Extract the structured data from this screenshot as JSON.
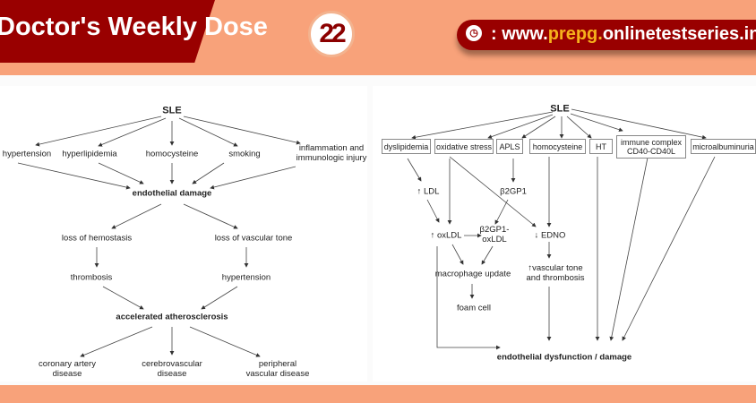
{
  "header": {
    "title": "Doctor's Weekly Dose",
    "issue": "22",
    "url_prefix": ": www.",
    "url_highlight": "prepg.",
    "url_suffix": "onlinetestseries.in",
    "clock_icon": "clock-icon"
  },
  "left_diagram": {
    "root": "SLE",
    "factors": [
      "hypertension",
      "hyperlipidemia",
      "homocysteine",
      "smoking",
      "inflammation and",
      "immunologic injury"
    ],
    "center": "endothelial damage",
    "branches": [
      "loss of hemostasis",
      "loss of vascular tone"
    ],
    "results": [
      "thrombosis",
      "hypertension"
    ],
    "outcome": "accelerated atherosclerosis",
    "diseases": [
      [
        "coronary artery",
        "disease"
      ],
      [
        "cerebrovascular",
        "disease"
      ],
      [
        "peripheral",
        "vascular disease"
      ]
    ]
  },
  "right_diagram": {
    "root": "SLE",
    "boxes": [
      "dyslipidemia",
      "oxidative stress",
      "APLS",
      "homocysteine",
      "HT",
      "immune complex",
      "CD40-CD40L",
      "microalbuminuria"
    ],
    "ldl": "↑ LDL",
    "b2gp1": "β2GP1",
    "oxldl": "↑ oxLDL",
    "complex1": "β2GP1-",
    "complex2": "oxLDL",
    "edno": "↓ EDNO",
    "macrophage": "macrophage update",
    "foam": "foam cell",
    "vascular1": "↑vascular tone",
    "vascular2": "and thrombosis",
    "final": "endothelial dysfunction / damage"
  }
}
